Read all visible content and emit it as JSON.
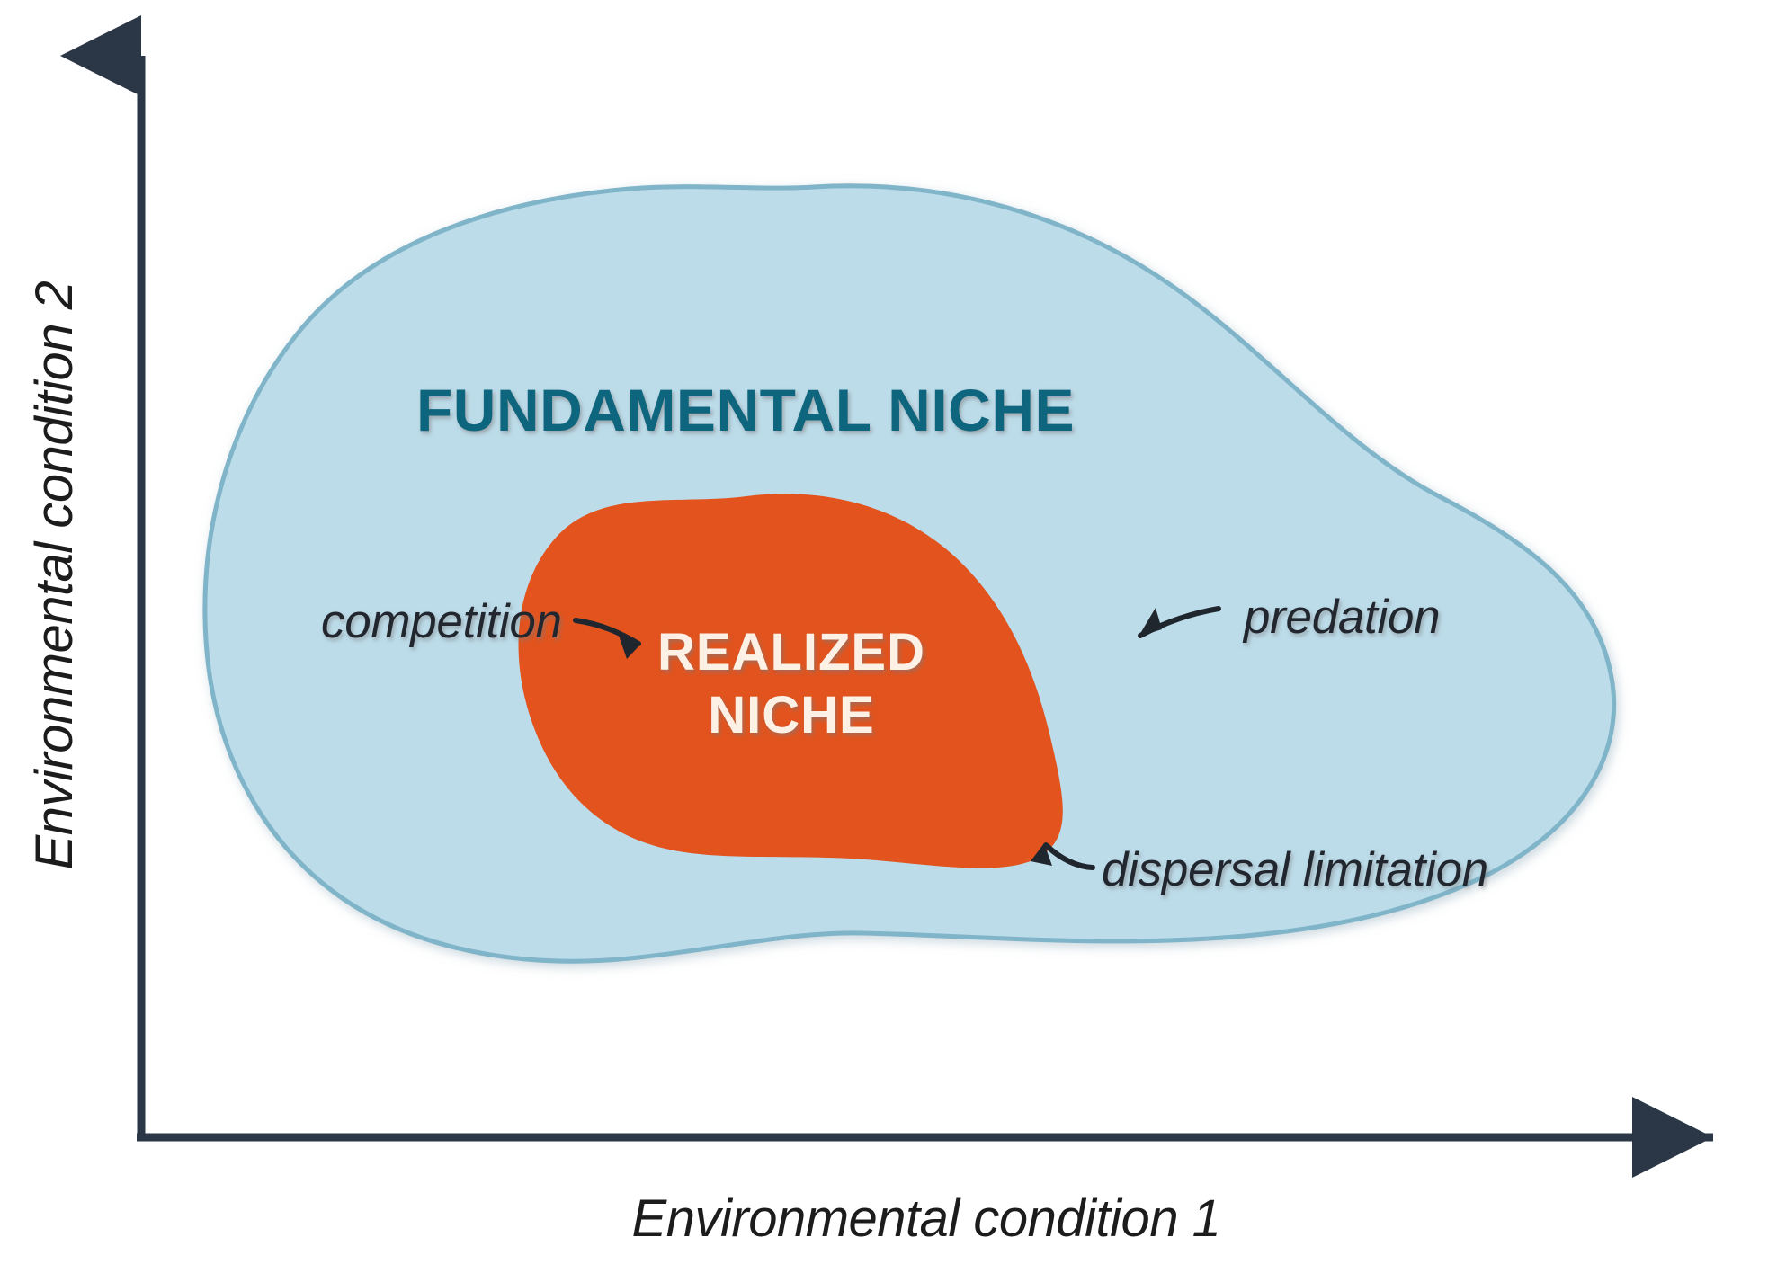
{
  "figure": {
    "background_color": "#ffffff",
    "axes": {
      "x_label": "Environmental condition 1",
      "y_label": "Environmental condition 2",
      "axis_color": "#2b3746"
    },
    "shapes": {
      "fundamental": {
        "label": "FUNDAMENTAL NICHE",
        "fill_color": "#bcdcea",
        "stroke_color": "#7fb4c9",
        "text_color": "#11667e"
      },
      "realized": {
        "label_line1": "REALIZED",
        "label_line2": "NICHE",
        "fill_color": "#e2531d",
        "text_color": "#fdf1e6"
      }
    },
    "annotations": [
      {
        "id": "competition",
        "label": "competition",
        "arrow": "curved-arrow-right-icon",
        "color": "#20262e"
      },
      {
        "id": "predation",
        "label": "predation",
        "arrow": "arrow-left-icon",
        "color": "#20262e"
      },
      {
        "id": "dispersal-limitation",
        "label": "dispersal limitation",
        "arrow": "curved-arrow-up-left-icon",
        "color": "#20262e"
      }
    ]
  },
  "chart_data": {
    "type": "diagram",
    "title": "",
    "xlabel": "Environmental condition 1",
    "ylabel": "Environmental condition 2",
    "grid": false,
    "legend": "none",
    "regions": [
      {
        "name": "FUNDAMENTAL NICHE",
        "color": "#bcdcea",
        "relation": "outer"
      },
      {
        "name": "REALIZED NICHE",
        "color": "#e2531d",
        "relation": "inner subset of FUNDAMENTAL NICHE"
      }
    ],
    "annotations": [
      {
        "text": "competition",
        "points_to": "REALIZED NICHE",
        "side": "left"
      },
      {
        "text": "predation",
        "points_to": "REALIZED NICHE",
        "side": "right"
      },
      {
        "text": "dispersal limitation",
        "points_to": "REALIZED NICHE",
        "side": "bottom-right"
      }
    ]
  }
}
